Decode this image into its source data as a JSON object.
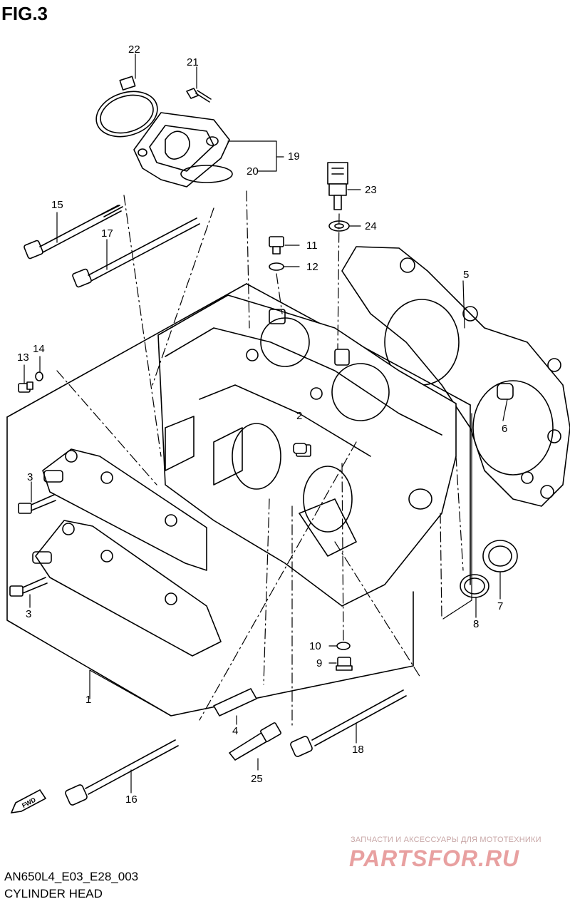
{
  "figure": {
    "title": "FIG.3"
  },
  "callouts": [
    {
      "id": "22",
      "text": "22"
    },
    {
      "id": "21",
      "text": "21"
    },
    {
      "id": "19",
      "text": "19"
    },
    {
      "id": "20",
      "text": "20"
    },
    {
      "id": "23",
      "text": "23"
    },
    {
      "id": "24",
      "text": "24"
    },
    {
      "id": "15",
      "text": "15"
    },
    {
      "id": "17",
      "text": "17"
    },
    {
      "id": "11",
      "text": "11"
    },
    {
      "id": "12",
      "text": "12"
    },
    {
      "id": "5",
      "text": "5"
    },
    {
      "id": "13",
      "text": "13"
    },
    {
      "id": "14",
      "text": "14"
    },
    {
      "id": "2",
      "text": "2"
    },
    {
      "id": "6",
      "text": "6"
    },
    {
      "id": "3a",
      "text": "3"
    },
    {
      "id": "3b",
      "text": "3"
    },
    {
      "id": "7",
      "text": "7"
    },
    {
      "id": "8",
      "text": "8"
    },
    {
      "id": "10",
      "text": "10"
    },
    {
      "id": "9",
      "text": "9"
    },
    {
      "id": "1",
      "text": "1"
    },
    {
      "id": "4",
      "text": "4"
    },
    {
      "id": "18",
      "text": "18"
    },
    {
      "id": "25",
      "text": "25"
    },
    {
      "id": "16",
      "text": "16"
    }
  ],
  "fwd_label": "FWD",
  "footer": {
    "code": "AN650L4_E03_E28_003",
    "name": "CYLINDER HEAD"
  },
  "watermark": {
    "top_text": "ЗАПЧАСТИ И АКСЕССУАРЫ ДЛЯ МОТОТЕХНИКИ",
    "logo_text": "PARTSFOR.RU"
  }
}
